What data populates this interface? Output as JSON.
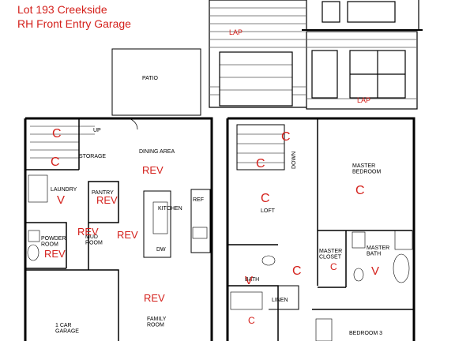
{
  "header": {
    "line1": "Lot 193 Creekside",
    "line2": "RH Front Entry Garage"
  },
  "elevation_labels": [
    "LAP",
    "LAP"
  ],
  "rooms": {
    "patio": "PATIO",
    "dining": "DINING AREA",
    "storage": "STORAGE",
    "up": "UP",
    "laundry": "LAUNDRY",
    "pantry": "PANTRY",
    "kitchen": "KITCHEN",
    "ref": "REF",
    "dw": "DW",
    "powder": "POWDER\nROOM",
    "mud": "MUD\nROOM",
    "garage": "1 CAR\nGARAGE",
    "family": "FAMILY\nROOM",
    "loft": "LOFT",
    "down": "DOWN",
    "master_bedroom": "MASTER\nBEDROOM",
    "master_closet": "MASTER\nCLOSET",
    "master_bath": "MASTER\nBATH",
    "bath": "BATH",
    "linen": "LINEN",
    "bedroom3": "BEDROOM 3"
  },
  "markups": {
    "rev": "REV",
    "c": "C",
    "v": "V"
  },
  "colors": {
    "markup": "#d4201b",
    "line": "#000000",
    "background": "#ffffff"
  }
}
